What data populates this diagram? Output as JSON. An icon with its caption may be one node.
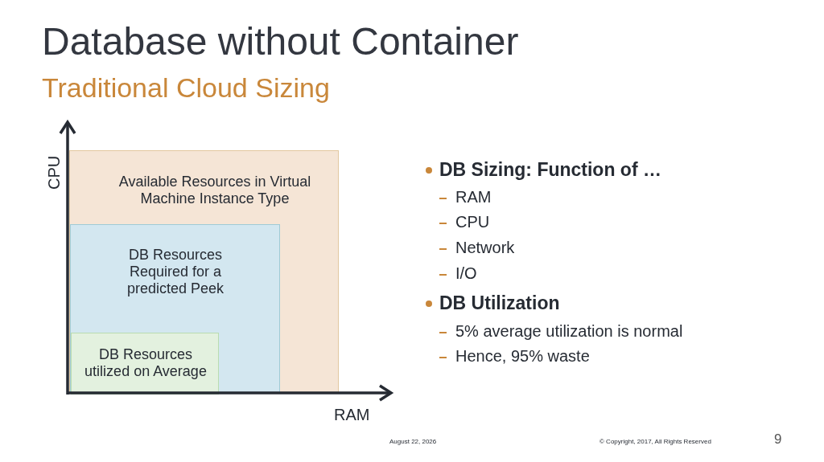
{
  "diagram": {
    "title": "Database without Container",
    "caption": "Traditional Cloud Sizing",
    "nodes": [
      {
        "text": [
          "Available Resources in Virtual Machine Instance Type"
        ]
      },
      {
        "text": [
          "DB Resources Required for a predicted Peek"
        ],
        "in": 0
      },
      {
        "text": [
          "DB Resources utilized on Average"
        ],
        "in": 1
      }
    ],
    "labels": [
      "CPU",
      "DB Sizing: Function of …",
      "RAM",
      "CPU",
      "Network",
      "I/O",
      "DB Utilization",
      "5% average utilization is normal",
      "Hence, 95% waste",
      "RAM",
      "August 22, 2026",
      "© Copyright, 2017, All Rights Reserved",
      "9"
    ]
  }
}
